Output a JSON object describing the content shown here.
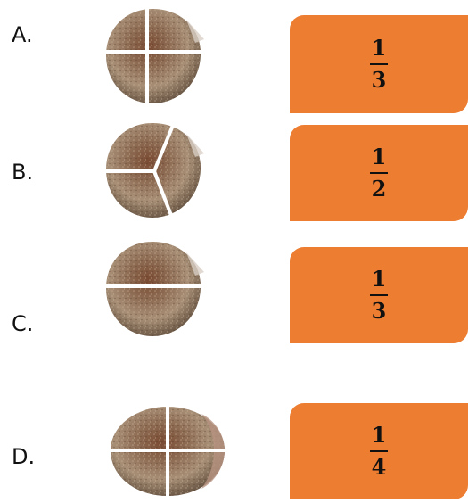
{
  "options": [
    {
      "letter": "A.",
      "numerator": "1",
      "denominator": "3",
      "pieces": "quarters"
    },
    {
      "letter": "B.",
      "numerator": "1",
      "denominator": "2",
      "pieces": "thirds"
    },
    {
      "letter": "C.",
      "numerator": "1",
      "denominator": "3",
      "pieces": "halves"
    },
    {
      "letter": "D.",
      "numerator": "1",
      "denominator": "4",
      "pieces": "quarters"
    }
  ],
  "colors": {
    "card": "#ED7D31",
    "text": "#111111",
    "cut": "#ffffff"
  }
}
